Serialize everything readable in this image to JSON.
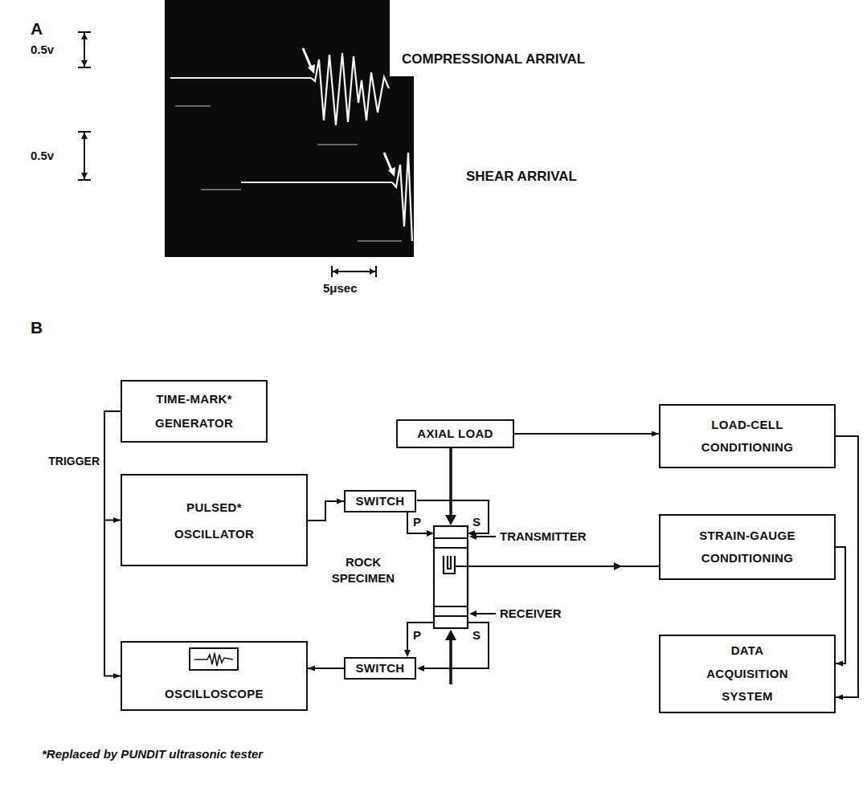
{
  "diagram": {
    "nodes": [
      {
        "text": [
          "TIME-MARK* GENERATOR"
        ]
      },
      {
        "text": [
          "PULSED* OSCILLATOR"
        ]
      },
      {
        "text": [
          "OSCILLOSCOPE"
        ]
      },
      {
        "text": [
          "SWITCH"
        ]
      },
      {
        "text": [
          "SWITCH"
        ]
      },
      {
        "text": [
          "AXIAL LOAD"
        ]
      },
      {
        "text": [
          "LOAD-CELL CONDITIONING"
        ]
      },
      {
        "text": [
          "STRAIN-GAUGE CONDITIONING"
        ]
      },
      {
        "text": [
          "DATA ACQUISITION SYSTEM"
        ]
      }
    ],
    "edges": [
      {
        "from": 0,
        "to": 1,
        "arrow": "to"
      },
      {
        "from": 0,
        "to": 2,
        "arrow": "to"
      },
      {
        "from": 1,
        "to": 3,
        "arrow": "to"
      },
      {
        "from": 4,
        "to": 2,
        "arrow": "to"
      },
      {
        "from": 5,
        "to": 6,
        "arrow": "to"
      },
      {
        "from": 6,
        "to": 8,
        "arrow": "to"
      },
      {
        "from": 7,
        "to": 8,
        "arrow": "to"
      }
    ],
    "labels": [
      "A",
      "0.5v",
      "0.5v",
      "COMPRESSIONAL ARRIVAL",
      "SHEAR ARRIVAL",
      "5μsec",
      "B",
      "TRIGGER",
      "P",
      "S",
      "ROCK SPECIMEN",
      "TRANSMITTER",
      "P",
      "S",
      "RECEIVER",
      "*Replaced by PUNDIT ultrasonic tester"
    ]
  }
}
